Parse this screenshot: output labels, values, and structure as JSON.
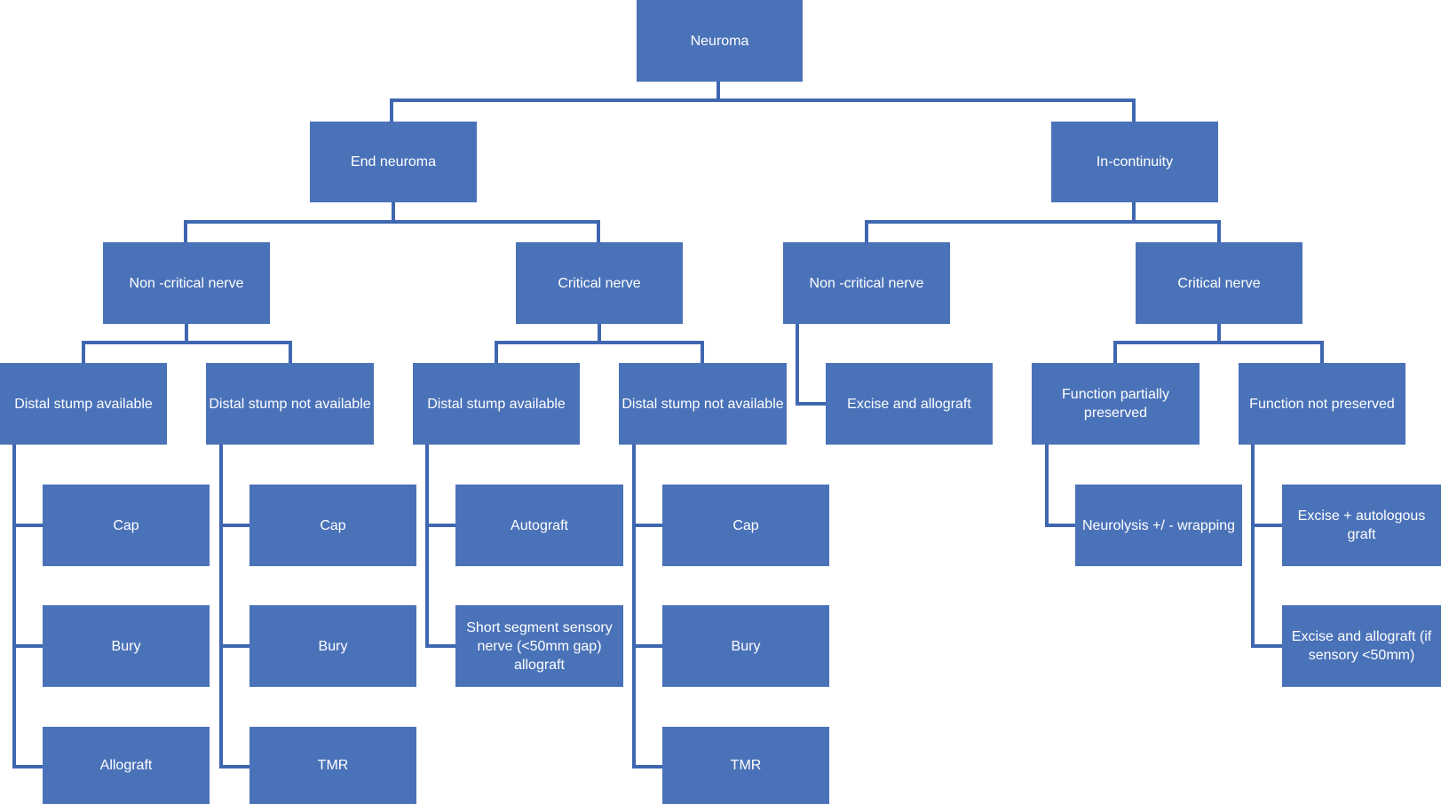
{
  "diagram": {
    "line_color": "#3f67b1",
    "box_color": "#4a72b8",
    "text_color": "#ffffff",
    "nodes": {
      "root": "Neuroma",
      "end": "End neuroma",
      "incont": "In-continuity",
      "end_noncrit": "Non -critical nerve",
      "end_crit": "Critical nerve",
      "inc_noncrit": "Non -critical nerve",
      "inc_crit": "Critical nerve",
      "enc_dsa": "Distal stump available",
      "enc_dsna": "Distal stump not available",
      "ec_dsa": "Distal stump available",
      "ec_dsna": "Distal stump not available",
      "inc_excise": "Excise and allograft",
      "inc_fpp": "Function partially preserved",
      "inc_fnp": "Function not preserved",
      "enc_dsa_cap": "Cap",
      "enc_dsa_bury": "Bury",
      "enc_dsa_allograft": "Allograft",
      "enc_dsna_cap": "Cap",
      "enc_dsna_bury": "Bury",
      "enc_dsna_tmr": "TMR",
      "ec_dsa_autograft": "Autograft",
      "ec_dsa_short": "Short segment sensory nerve (<50mm gap) allograft",
      "ec_dsna_cap": "Cap",
      "ec_dsna_bury": "Bury",
      "ec_dsna_tmr": "TMR",
      "fpp_neurolysis": "Neurolysis +/ - wrapping",
      "fnp_autologous": "Excise + autologous graft",
      "fnp_allograft": "Excise and allograft (if sensory <50mm)"
    }
  }
}
